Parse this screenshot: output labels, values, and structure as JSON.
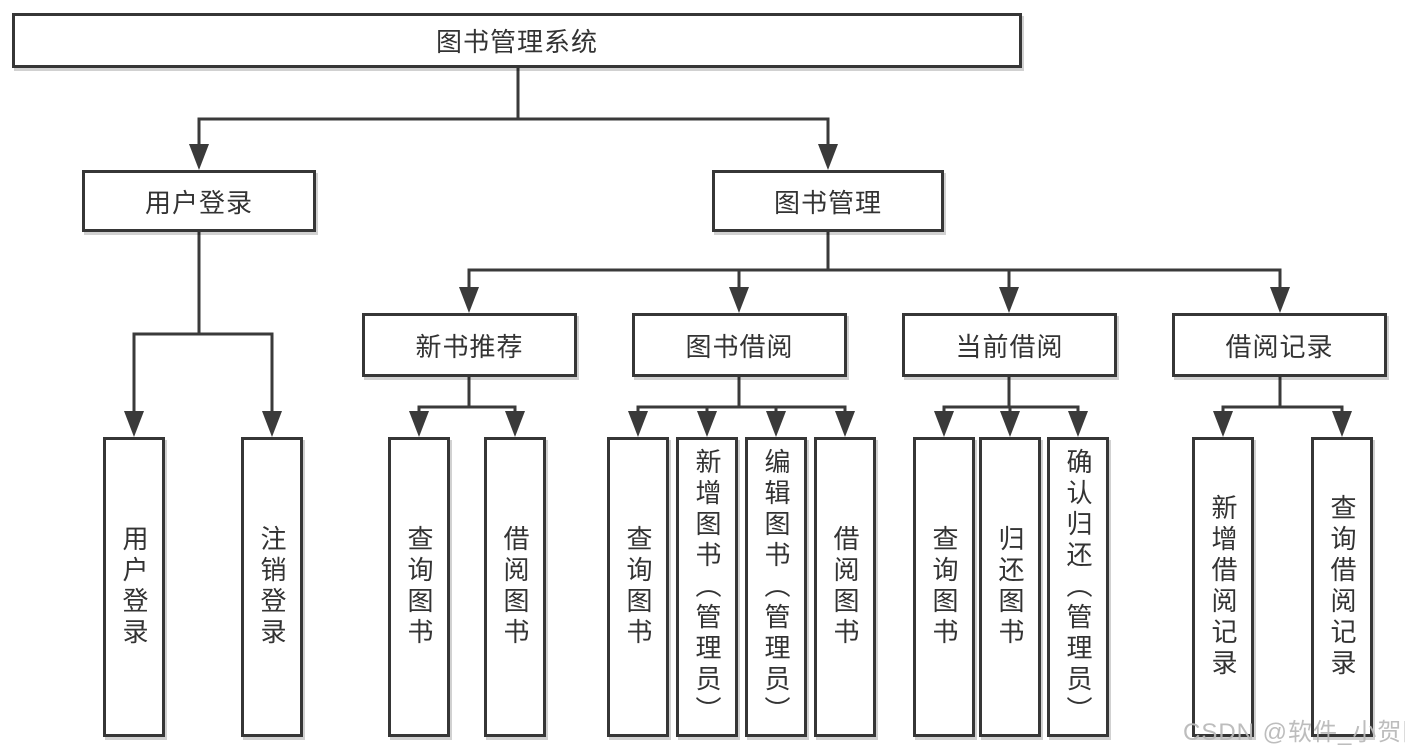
{
  "watermark": "CSDN @软件_小贺同学",
  "colors": {
    "line": "#3a3a3a",
    "border": "#363636",
    "text": "#333333",
    "watermark": "#b9b9b9",
    "background": "#ffffff"
  },
  "tree": {
    "root": "图书管理系统",
    "children": [
      {
        "label": "用户登录",
        "children": [
          "用户登录",
          "注销登录"
        ]
      },
      {
        "label": "图书管理",
        "children": [
          {
            "label": "新书推荐",
            "children": [
              "查询图书",
              "借阅图书"
            ]
          },
          {
            "label": "图书借阅",
            "children": [
              "查询图书",
              "新增图书（管理员）",
              "编辑图书（管理员）",
              "借阅图书"
            ]
          },
          {
            "label": "当前借阅",
            "children": [
              "查询图书",
              "归还图书",
              "确认归还（管理员）"
            ]
          },
          {
            "label": "借阅记录",
            "children": [
              "新增借阅记录",
              "查询借阅记录"
            ]
          }
        ]
      }
    ]
  }
}
